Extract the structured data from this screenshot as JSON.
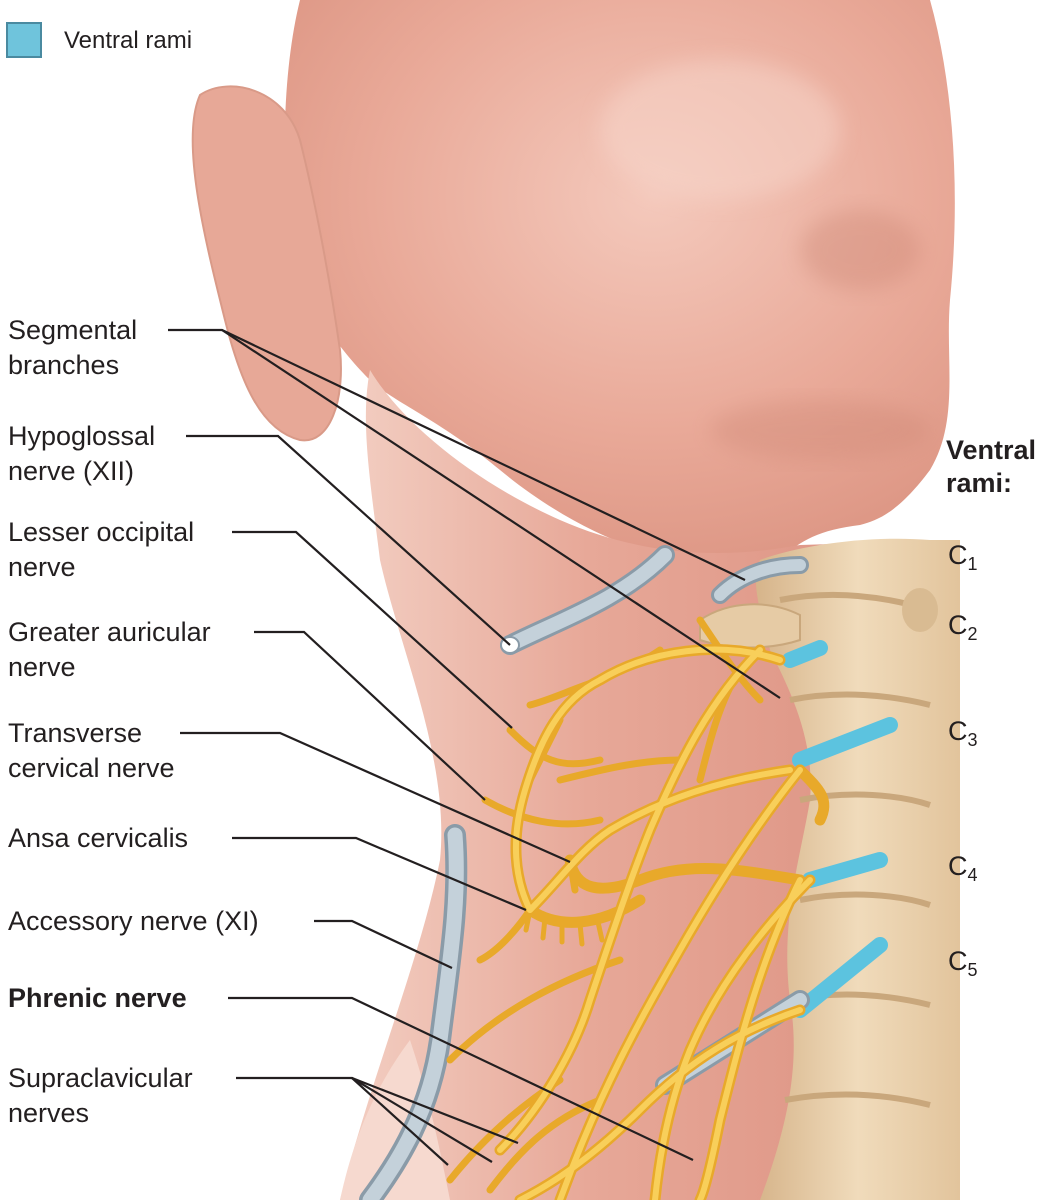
{
  "legend": {
    "label": "Ventral rami",
    "color": "#6fc4dc"
  },
  "ventral_rami": {
    "title_line1": "Ventral",
    "title_line2": "rami:",
    "levels": [
      {
        "letter": "C",
        "sub": "1"
      },
      {
        "letter": "C",
        "sub": "2"
      },
      {
        "letter": "C",
        "sub": "3"
      },
      {
        "letter": "C",
        "sub": "4"
      },
      {
        "letter": "C",
        "sub": "5"
      }
    ]
  },
  "labels": [
    {
      "line1": "Segmental",
      "line2": "branches"
    },
    {
      "line1": "Hypoglossal",
      "line2": "nerve (XII)"
    },
    {
      "line1": "Lesser occipital",
      "line2": "nerve"
    },
    {
      "line1": "Greater auricular",
      "line2": "nerve"
    },
    {
      "line1": "Transverse",
      "line2": "cervical nerve"
    },
    {
      "line1": "Ansa cervicalis",
      "line2": ""
    },
    {
      "line1": "Accessory nerve (XI)",
      "line2": ""
    },
    {
      "line1": "Phrenic nerve",
      "line2": ""
    },
    {
      "line1": "Supraclavicular",
      "line2": "nerves"
    }
  ],
  "colors": {
    "skin": "#e8a898",
    "skin_light": "#f2c7ba",
    "nerve": "#f6c64a",
    "vessel": "#b9c8d2",
    "bone": "#ecd3ad",
    "ramus": "#5cc3df"
  }
}
